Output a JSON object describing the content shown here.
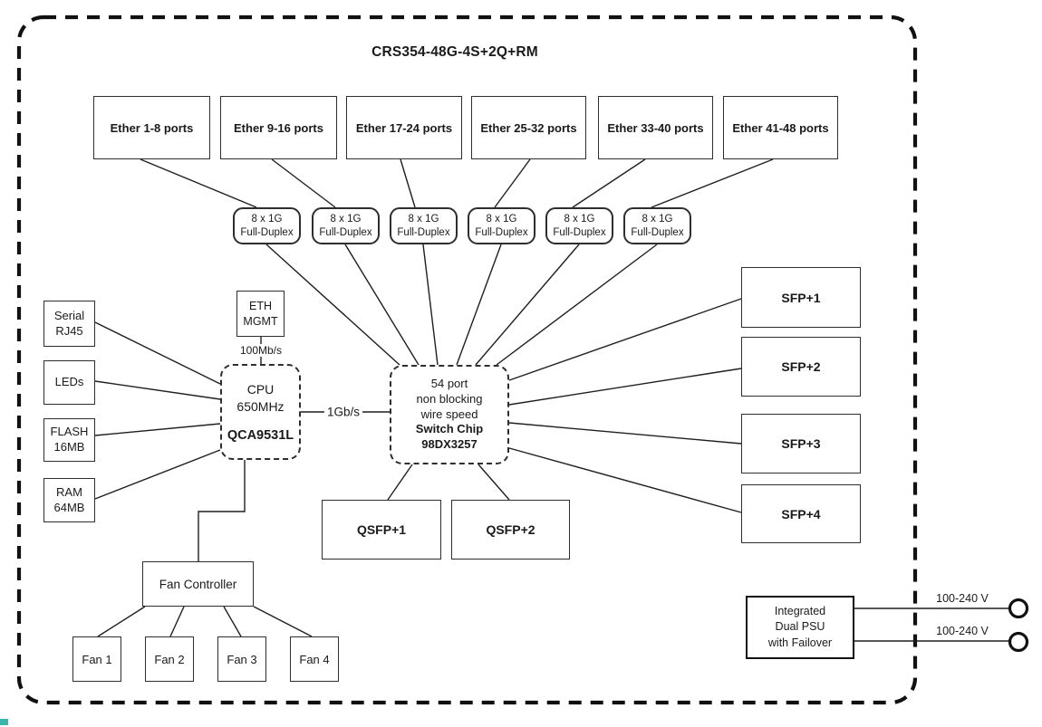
{
  "title": "CRS354-48G-4S+2Q+RM",
  "ether_groups": [
    "Ether 1-8 ports",
    "Ether 9-16 ports",
    "Ether 17-24 ports",
    "Ether 25-32 ports",
    "Ether 33-40 ports",
    "Ether 41-48 ports"
  ],
  "lane_label": "8 x 1G\nFull-Duplex",
  "left_devices": [
    "Serial\nRJ45",
    "LEDs",
    "FLASH\n16MB",
    "RAM\n64MB"
  ],
  "eth_mgmt": {
    "label": "ETH\nMGMT",
    "speed": "100Mb/s"
  },
  "cpu": {
    "name": "CPU\n650MHz",
    "model": "QCA9531L"
  },
  "cpu_switch_link": "1Gb/s",
  "switch_chip": {
    "desc": "54 port\nnon blocking\nwire speed",
    "model": "Switch Chip\n98DX3257"
  },
  "sfp_ports": [
    "SFP+1",
    "SFP+2",
    "SFP+3",
    "SFP+4"
  ],
  "qsfp_ports": [
    "QSFP+1",
    "QSFP+2"
  ],
  "fan_controller": "Fan Controller",
  "fans": [
    "Fan 1",
    "Fan 2",
    "Fan 3",
    "Fan 4"
  ],
  "psu": {
    "label": "Integrated\nDual PSU\nwith Failover",
    "input1": "100-240 V",
    "input2": "100-240 V"
  },
  "colors": {
    "line": "#1f1f1f",
    "border_dash": "#111111",
    "background": "#ffffff"
  }
}
